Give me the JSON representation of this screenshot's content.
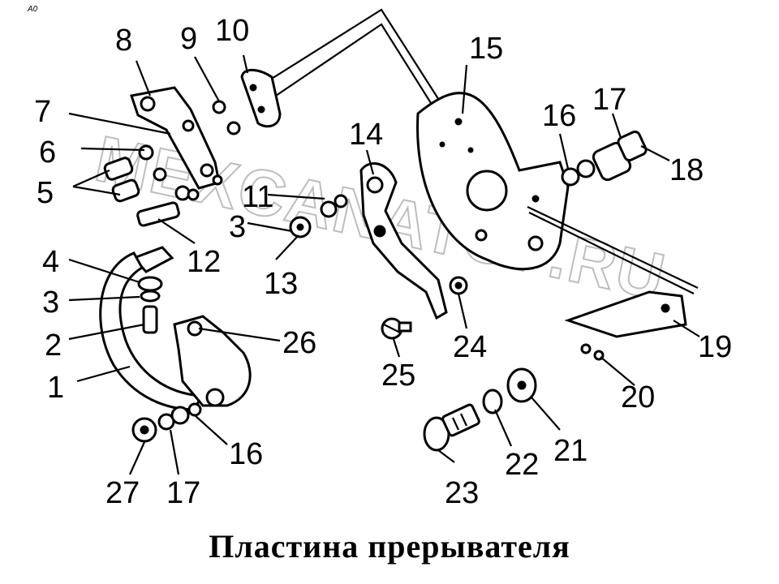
{
  "corner_mark": "A0",
  "caption": "Пластина прерывателя",
  "watermark": "MEXCANATOP.RU",
  "labels": {
    "l1": "1",
    "l2": "2",
    "l3a": "3",
    "l3b": "3",
    "l4": "4",
    "l5": "5",
    "l6": "6",
    "l7": "7",
    "l8": "8",
    "l9": "9",
    "l10": "10",
    "l11": "11",
    "l12": "12",
    "l13": "13",
    "l14": "14",
    "l15": "15",
    "l16a": "16",
    "l16b": "16",
    "l17a": "17",
    "l17b": "17",
    "l18": "18",
    "l19": "19",
    "l20": "20",
    "l21": "21",
    "l22": "22",
    "l23": "23",
    "l24": "24",
    "l25": "25",
    "l26": "26",
    "l27": "27"
  }
}
